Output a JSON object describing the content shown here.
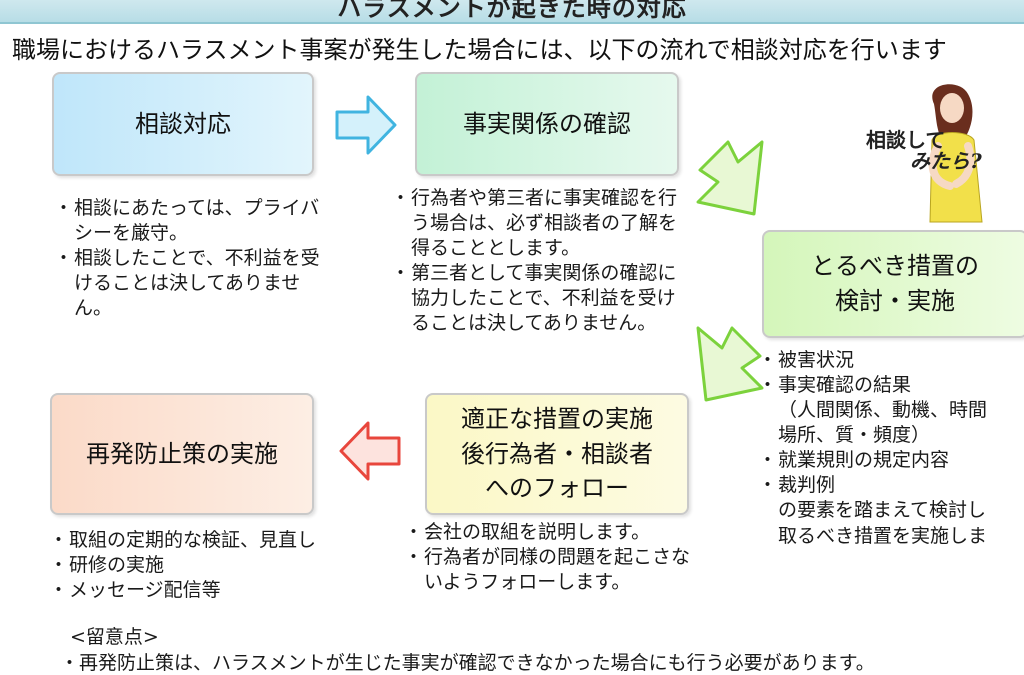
{
  "header": {
    "title": "ハラスメントが起きた時の対応"
  },
  "intro": "職場におけるハラスメント事案が発生した場合には、以下の流れで相談対応を行います",
  "boxes": {
    "consult": {
      "label": "相談対応"
    },
    "fact": {
      "label": "事実関係の確認"
    },
    "measure": {
      "line1": "とるべき措置の",
      "line2": "検討・実施"
    },
    "follow": {
      "line1": "適正な措置の実施",
      "line2": "後行為者・相談者",
      "line3": "へのフォロー"
    },
    "prevent": {
      "label": "再発防止策の実施"
    }
  },
  "lists": {
    "consult": [
      "相談にあたっては、プライバシーを厳守。",
      "相談したことで、不利益を受けることは決してありません。"
    ],
    "fact": [
      "行為者や第三者に事実確認を行う場合は、必ず相談者の了解を得ることとします。",
      "第三者として事実関係の確認に協力したことで、不利益を受けることは決してありません。"
    ],
    "measure": {
      "item1": "被害状況",
      "item2": "事実確認の結果",
      "item2_sub1": "（人間関係、動機、時間",
      "item2_sub2": "場所、質・頻度）",
      "item3": "就業規則の規定内容",
      "item4": "裁判例",
      "tail1": "の要素を踏まえて検討し",
      "tail2": "取るべき措置を実施しま"
    },
    "follow": [
      "会社の取組を説明します。",
      "行為者が同様の問題を起こさないようフォローします。"
    ],
    "prevent": [
      "取組の定期的な検証、見直し",
      "研修の実施",
      "メッセージ配信等"
    ]
  },
  "illustration": {
    "text_line1": "相談して",
    "text_line2": "みたら?"
  },
  "note": {
    "heading": "<留意点>",
    "line": "・再発防止策は、ハラスメントが生じた事実が確認できなかった場合にも行う必要があります。"
  },
  "colors": {
    "arrow_blue": "#40b4e0",
    "arrow_green": "#7cd23c",
    "arrow_red": "#e8463c",
    "box_blue": "#bfe6fa",
    "box_mint": "#c3f1d6",
    "box_green": "#d4f6ba",
    "box_yellow": "#fbf8c6",
    "box_orange": "#fbdac8"
  }
}
